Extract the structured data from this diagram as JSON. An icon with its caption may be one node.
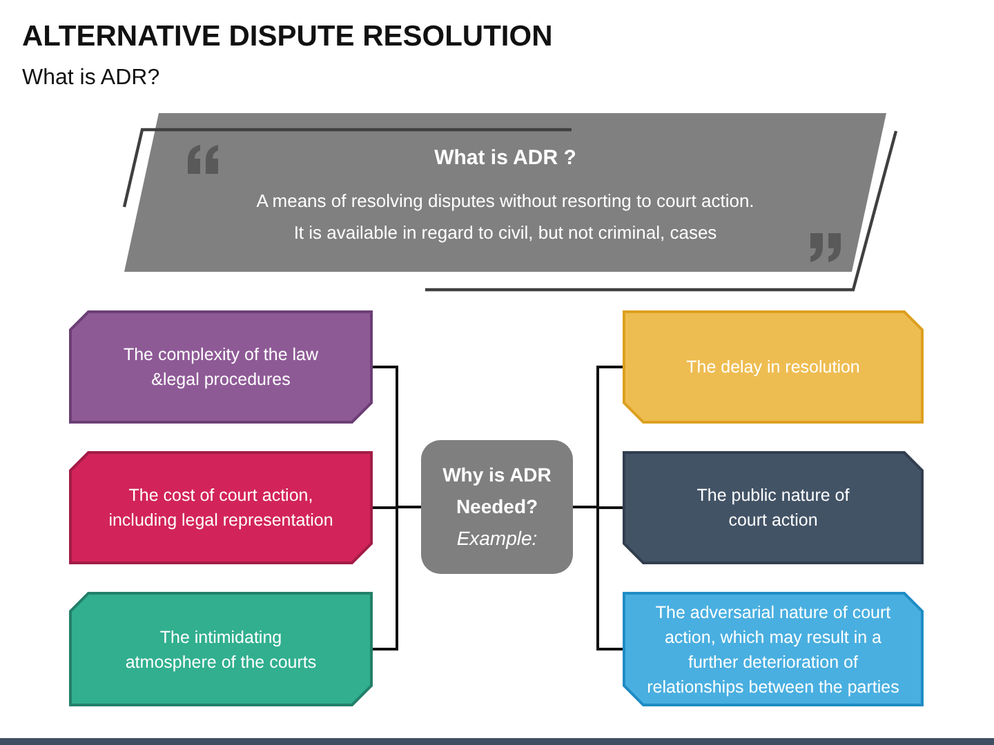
{
  "diagram": {
    "title": "ALTERNATIVE DISPUTE RESOLUTION",
    "nodes": [
      {
        "text": [
          "What is ADR ?",
          "A means of resolving disputes without resorting to court action. It is available in regard to civil, but not criminal, cases"
        ]
      },
      {
        "text": [
          "The complexity of the law &legal procedures"
        ]
      },
      {
        "text": [
          "The cost of court action, including legal representation"
        ]
      },
      {
        "text": [
          "The intimidating atmosphere of the courts"
        ]
      },
      {
        "text": [
          "Why is ADR Needed?",
          "Example:"
        ]
      },
      {
        "text": [
          "The delay in resolution"
        ]
      },
      {
        "text": [
          "The public nature of court action"
        ]
      },
      {
        "text": [
          "The adversarial nature of court action, which may result in a further deterioration of relationships between the parties"
        ]
      }
    ],
    "edges": [
      {
        "from": 1,
        "to": 4,
        "arrow": "none"
      },
      {
        "from": 2,
        "to": 4,
        "arrow": "none"
      },
      {
        "from": 3,
        "to": 4,
        "arrow": "none"
      },
      {
        "from": 4,
        "to": 5,
        "arrow": "none"
      },
      {
        "from": 4,
        "to": 6,
        "arrow": "none"
      },
      {
        "from": 4,
        "to": 7,
        "arrow": "none"
      }
    ],
    "labels": [
      "What is ADR?"
    ]
  }
}
